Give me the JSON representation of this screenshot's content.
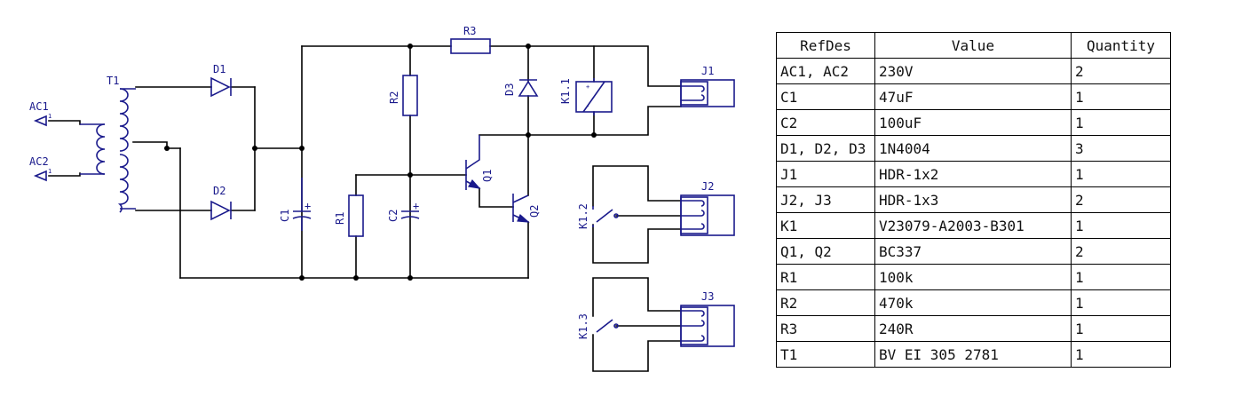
{
  "schematic": {
    "designators": {
      "T1": "T1",
      "D1": "D1",
      "D2": "D2",
      "D3": "D3",
      "C1": "C1",
      "C2": "C2",
      "R1": "R1",
      "R2": "R2",
      "R3": "R3",
      "Q1": "Q1",
      "Q2": "Q2",
      "K1_1": "K1.1",
      "K1_2": "K1.2",
      "K1_3": "K1.3",
      "J1": "J1",
      "J2": "J2",
      "J3": "J3",
      "AC1": "AC1",
      "AC2": "AC2"
    },
    "pin_numbers": {
      "AC1": "1",
      "AC2": "1"
    },
    "polarity_mark": "+"
  },
  "bom": {
    "headers": [
      "RefDes",
      "Value",
      "Quantity"
    ],
    "rows": [
      [
        "AC1, AC2",
        "230V",
        "2"
      ],
      [
        "C1",
        "47uF",
        "1"
      ],
      [
        "C2",
        "100uF",
        "1"
      ],
      [
        "D1, D2, D3",
        "1N4004",
        "3"
      ],
      [
        "J1",
        "HDR-1x2",
        "1"
      ],
      [
        "J2, J3",
        "HDR-1x3",
        "2"
      ],
      [
        "K1",
        "V23079-A2003-B301",
        "1"
      ],
      [
        "Q1, Q2",
        "BC337",
        "2"
      ],
      [
        "R1",
        "100k",
        "1"
      ],
      [
        "R2",
        "470k",
        "1"
      ],
      [
        "R3",
        "240R",
        "1"
      ],
      [
        "T1",
        "BV EI 305 2781",
        "1"
      ]
    ]
  },
  "colors": {
    "wire": "#000000",
    "component": "#1a1a8c",
    "table_border": "#000000"
  }
}
